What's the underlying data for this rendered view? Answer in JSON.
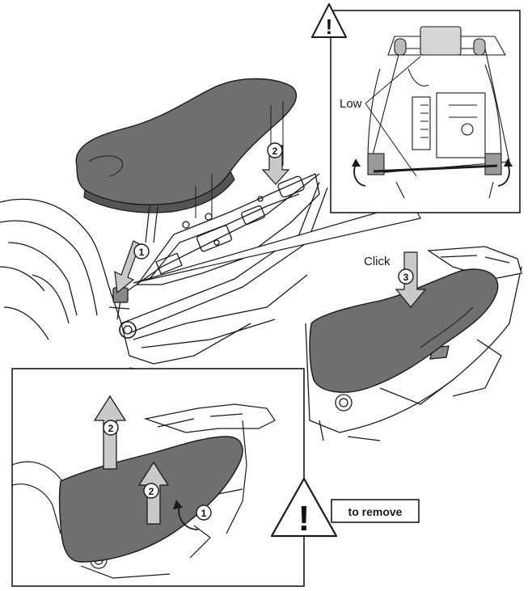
{
  "callouts": {
    "step1": "1",
    "step2": "2",
    "step3": "3"
  },
  "labels": {
    "low": "Low",
    "click": "Click",
    "to_remove": "to remove",
    "warning_glyph": "!"
  },
  "colors": {
    "seat_fill": "#6f6f6f",
    "seat_dark": "#5a5a5a",
    "arrow_fill": "#c9c9c9",
    "line": "#1a1a1a"
  },
  "icons": [
    "warning-triangle-icon",
    "rotate-arrow-icon",
    "down-arrow-icon",
    "up-arrow-icon"
  ]
}
